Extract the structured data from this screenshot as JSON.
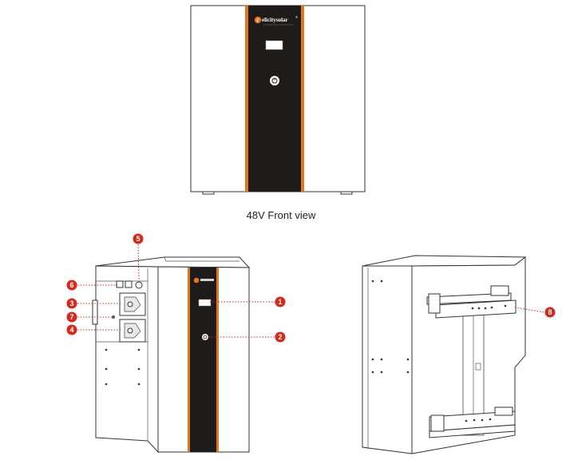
{
  "brand": {
    "name": "elicitysolar",
    "trademark": "®",
    "logo_letter": "F"
  },
  "caption": "48V Front view",
  "callouts": [
    "1",
    "2",
    "3",
    "4",
    "5",
    "6",
    "7",
    "8"
  ],
  "colors": {
    "accent": "#e0761f",
    "callout_red": "#d42a1e",
    "panel_black": "#1e1b1a",
    "outline": "#333333"
  }
}
